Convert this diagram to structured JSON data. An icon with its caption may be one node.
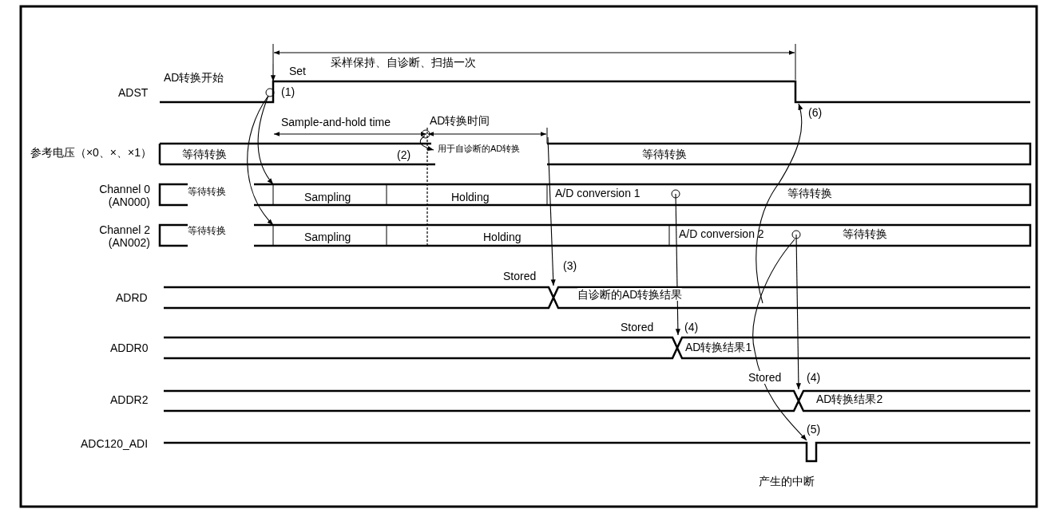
{
  "diagram": {
    "labels": [
      "采样保持、自诊断、扫描一次",
      "Set",
      "AD转换开始",
      "ADST",
      "(1)",
      "(6)",
      "Sample-and-hold time",
      "AD转换时间",
      "参考电压（×0、×、×1）",
      "等待转换",
      "(2)",
      "用于自诊断的AD转换",
      "等待转换",
      "Channel 0 (AN000)",
      "等待转换",
      "Sampling",
      "Holding",
      "A/D conversion 1",
      "等待转换",
      "Channel 2 (AN002)",
      "等待转换",
      "Sampling",
      "Holding",
      "A/D conversion 2",
      "等待转换",
      "(3)",
      "Stored",
      "ADRD",
      "自诊断的AD转换结果",
      "Stored",
      "(4)",
      "ADDR0",
      "AD转换结果1",
      "Stored",
      "(4)",
      "ADDR2",
      "AD转换结果2",
      "(5)",
      "ADC120_ADI",
      "产生的中断"
    ]
  }
}
